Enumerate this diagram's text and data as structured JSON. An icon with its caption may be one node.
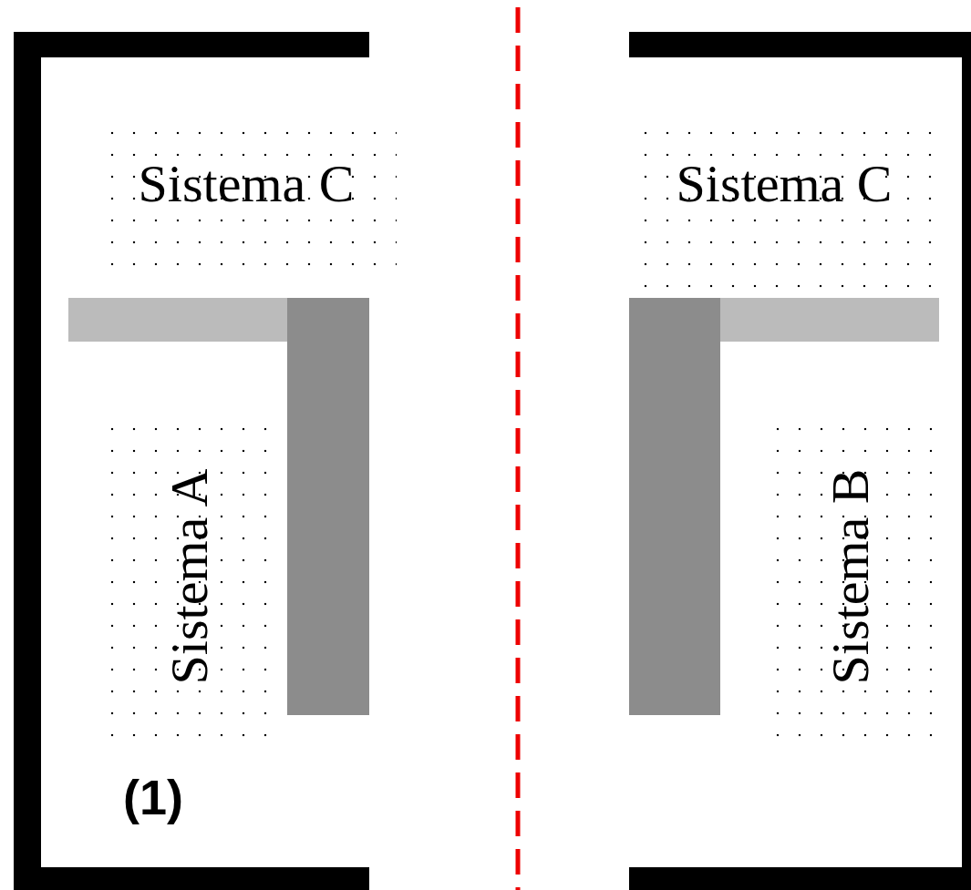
{
  "diagram": {
    "nodes": [
      {
        "text": [
          "(1)"
        ]
      },
      {
        "text": [
          "Sistema C"
        ],
        "in": 0
      },
      {
        "text": [
          "Sistema A"
        ],
        "in": 0
      },
      {
        "text": [],
        "shape": "box"
      },
      {
        "text": [
          "Sistema C"
        ],
        "in": 3
      },
      {
        "text": [
          "Sistema B"
        ],
        "in": 3
      },
      {
        "text": [],
        "shape": "bar",
        "in": 0
      },
      {
        "text": [],
        "shape": "bar",
        "in": 0
      },
      {
        "text": [],
        "shape": "bar",
        "in": 3
      },
      {
        "text": [],
        "shape": "bar",
        "in": 3
      }
    ]
  }
}
